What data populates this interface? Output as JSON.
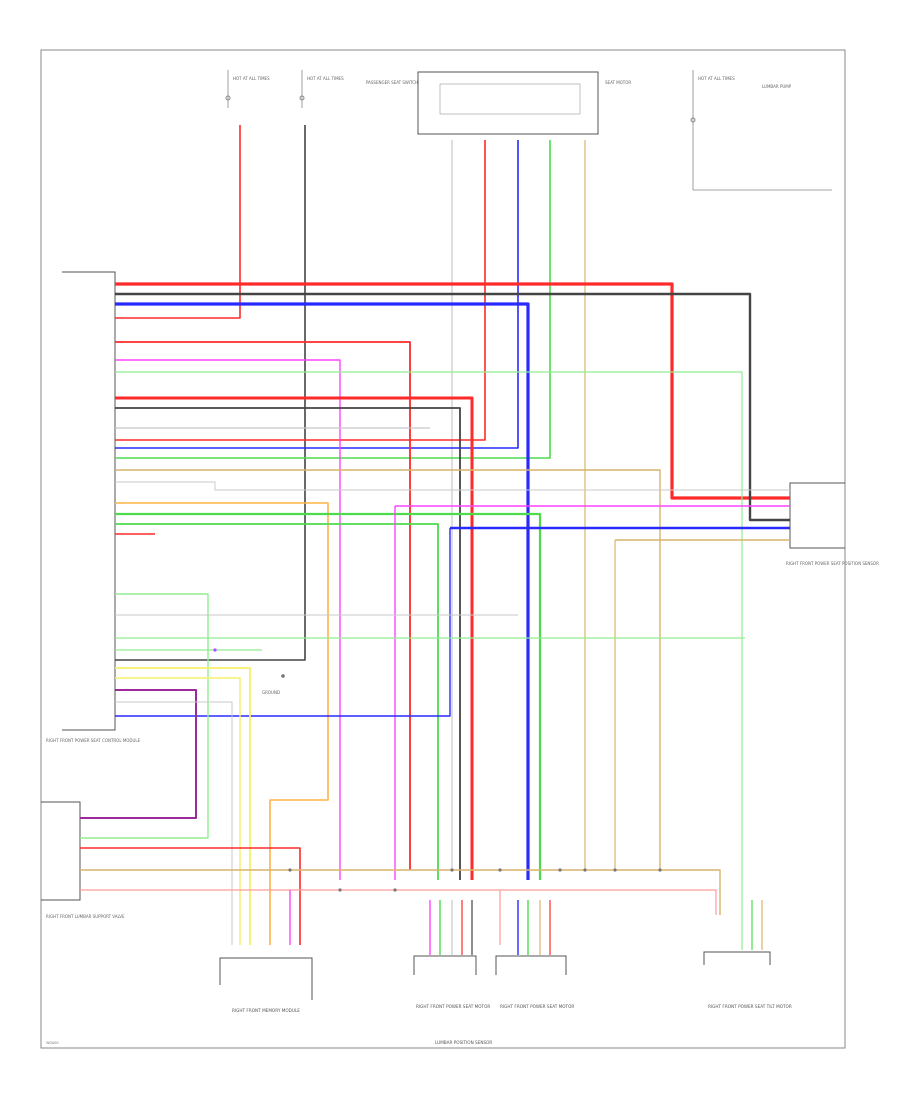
{
  "diagram": {
    "footer_code": "W0000",
    "wire_colors": {
      "red": "#ff2a2a",
      "pink": "#ff9a9a",
      "blue": "#2a2aff",
      "green": "#4ddb4d",
      "light_green": "#90ee90",
      "black": "#444444",
      "gray": "#c8c8c8",
      "tan": "#d9b36b",
      "yellow": "#f5f06a",
      "orange": "#ffb347",
      "magenta": "#ff44ff",
      "purple": "#9b2a9b",
      "violet": "#b44cff"
    },
    "components": {
      "fuse_left_1": {
        "label": "HOT AT ALL TIMES"
      },
      "fuse_left_2": {
        "label": "HOT AT ALL TIMES"
      },
      "switch_block": {
        "label": "PASSENGER SEAT SWITCH"
      },
      "seat_motor_module": {
        "label": "SEAT MOTOR"
      },
      "fuse_right": {
        "label": "HOT AT ALL TIMES"
      },
      "lumbar_pump": {
        "label": "LUMBAR PUMP"
      },
      "front_seat_module": {
        "label": "RIGHT FRONT POWER SEAT CONTROL MODULE"
      },
      "right_connector": {
        "label": "RIGHT FRONT POWER SEAT POSITION SENSOR"
      },
      "ground": {
        "label": "GROUND"
      },
      "lumbar_block": {
        "label": "RIGHT FRONT LUMBAR SUPPORT VALVE"
      },
      "bottom_left": {
        "label": "RIGHT FRONT MEMORY MODULE"
      },
      "bottom_mid_1": {
        "label": "RIGHT FRONT POWER SEAT MOTOR"
      },
      "bottom_mid_2": {
        "label": "RIGHT FRONT POWER SEAT MOTOR"
      },
      "bottom_right": {
        "label": "RIGHT FRONT POWER SEAT TILT MOTOR"
      },
      "bottom_caption": {
        "label": "LUMBAR POSITION SENSOR"
      }
    }
  }
}
